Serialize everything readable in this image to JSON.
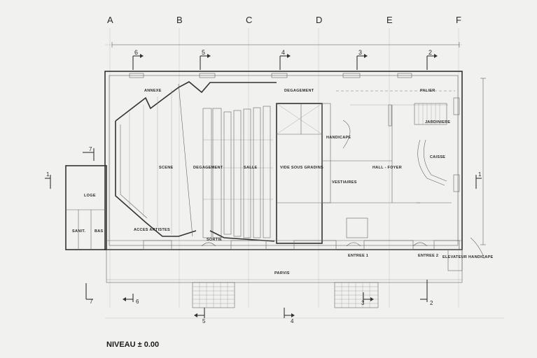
{
  "grid_columns": [
    "A",
    "B",
    "C",
    "D",
    "E",
    "F"
  ],
  "section_marks": {
    "top": [
      "6",
      "5",
      "4",
      "3",
      "2"
    ],
    "bottom": [
      "7",
      "6",
      "5",
      "4",
      "3",
      "2"
    ],
    "left": [
      "7",
      "1"
    ],
    "right": [
      "1"
    ]
  },
  "rooms": {
    "annexe": "ANNEXE",
    "degagement_top": "DEGAGEMENT",
    "palier": "PALIER",
    "jardiniere": "JARDINIERE",
    "caisse": "CAISSE",
    "handicape": "HANDICAPE",
    "scene": "SCENE",
    "degagement": "DEGAGEMENT",
    "salle": "SALLE",
    "vide_sous_gradins": "VIDE SOUS GRADINS",
    "hall_foyer": "HALL - FOYER",
    "vestiaires": "VESTIAIRES",
    "loge": "LOGE",
    "sanit": "SANIT.",
    "bas": "BAS",
    "acces_artistes": "ACCES ARTISTES",
    "sortie": "SORTIE",
    "entree_1": "ENTREE 1",
    "entree_2": "ENTREE 2",
    "elevateur": "ELEVATEUR HANDICAPE",
    "parvis": "PARVIS"
  },
  "level_title": "NIVEAU ± 0.00"
}
